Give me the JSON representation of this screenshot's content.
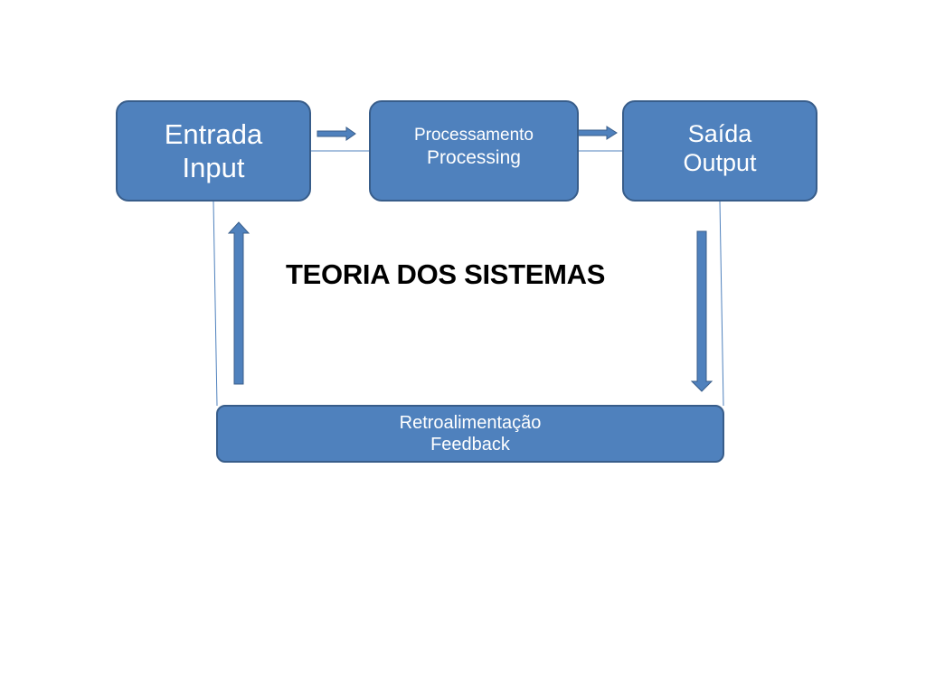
{
  "diagram": {
    "title": "TEORIA DOS SISTEMAS",
    "nodes": {
      "entrada": {
        "line1": "Entrada",
        "line2": "Input"
      },
      "processamento": {
        "line1": "Processamento",
        "line2": "Processing"
      },
      "saida": {
        "line1": "Saída",
        "line2": "Output"
      },
      "feedback": {
        "line1": "Retroalimentação",
        "line2": "Feedback"
      }
    },
    "edges": [
      {
        "from": "entrada",
        "to": "processamento"
      },
      {
        "from": "processamento",
        "to": "saida"
      },
      {
        "from": "saida",
        "to": "feedback"
      },
      {
        "from": "feedback",
        "to": "entrada"
      }
    ]
  },
  "colors": {
    "box_fill": "#4f81bd",
    "box_border": "#385d8a",
    "text_on_box": "#ffffff",
    "title_text": "#000000"
  }
}
